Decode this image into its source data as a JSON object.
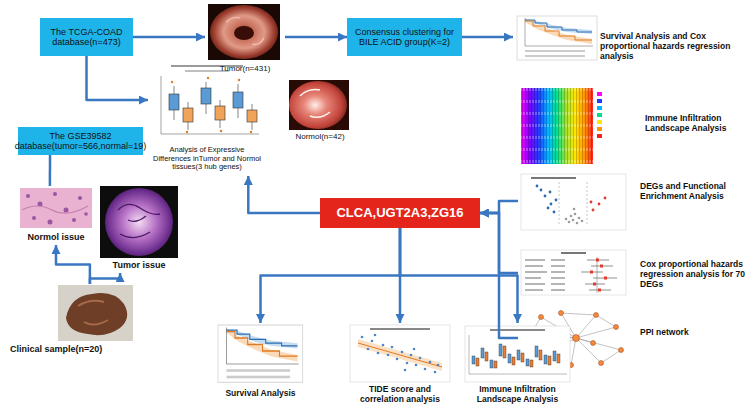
{
  "diagram": {
    "nodes": [
      {
        "text": [
          "The TCGA-COAD database(n=473)"
        ]
      },
      {
        "text": [
          "Tumor(n=431)"
        ]
      },
      {
        "text": [
          "Consensus clustering for BILE ACID group(K=2)"
        ]
      },
      {
        "text": [
          "Survival Analysis and Cox proportional hazards regression analysis"
        ]
      },
      {
        "text": [
          "Normol(n=42)"
        ]
      },
      {
        "text": [
          "The GSE39582 database(tumor=566,normal=19)"
        ]
      },
      {
        "text": [
          "Analysis of Expressive Differences inTumor and Normol tissues(3 hub genes)"
        ]
      },
      {
        "text": [
          "Immune Infiltration Landscape Analysis"
        ]
      },
      {
        "text": [
          "DEGs and Functional Enrichment Analysis"
        ]
      },
      {
        "text": [
          "CLCA,UGT2A3,ZG16"
        ]
      },
      {
        "text": [
          "Normol issue"
        ]
      },
      {
        "text": [
          "Tumor issue"
        ]
      },
      {
        "text": [
          "Cox proportional hazards regression analysis for 70 DEGs"
        ]
      },
      {
        "text": [
          "PPI network"
        ]
      },
      {
        "text": [
          "Clinical sample(n=20)"
        ]
      },
      {
        "text": [
          "Survival Analysis"
        ]
      },
      {
        "text": [
          "TIDE score and correlation analysis"
        ]
      },
      {
        "text": [
          "Immune Infiltration Landscape Analysis"
        ]
      }
    ],
    "edges": [
      {
        "from": 0,
        "to": 1,
        "arrow": "to"
      },
      {
        "from": 1,
        "to": 2,
        "arrow": "to"
      },
      {
        "from": 2,
        "to": 3,
        "arrow": "to"
      },
      {
        "from": 0,
        "to": 6,
        "arrow": "to"
      },
      {
        "from": 5,
        "to": 10,
        "arrow": "none"
      },
      {
        "from": 9,
        "to": 6,
        "arrow": "to"
      },
      {
        "from": 8,
        "to": 9,
        "arrow": "to"
      },
      {
        "from": 12,
        "to": 9,
        "arrow": "to"
      },
      {
        "from": 13,
        "to": 9,
        "arrow": "to"
      },
      {
        "from": 9,
        "to": 15,
        "arrow": "to"
      },
      {
        "from": 9,
        "to": 16,
        "arrow": "to"
      },
      {
        "from": 9,
        "to": 17,
        "arrow": "to"
      },
      {
        "from": 14,
        "to": 10,
        "arrow": "to"
      },
      {
        "from": 14,
        "to": 11,
        "arrow": "to"
      }
    ]
  }
}
